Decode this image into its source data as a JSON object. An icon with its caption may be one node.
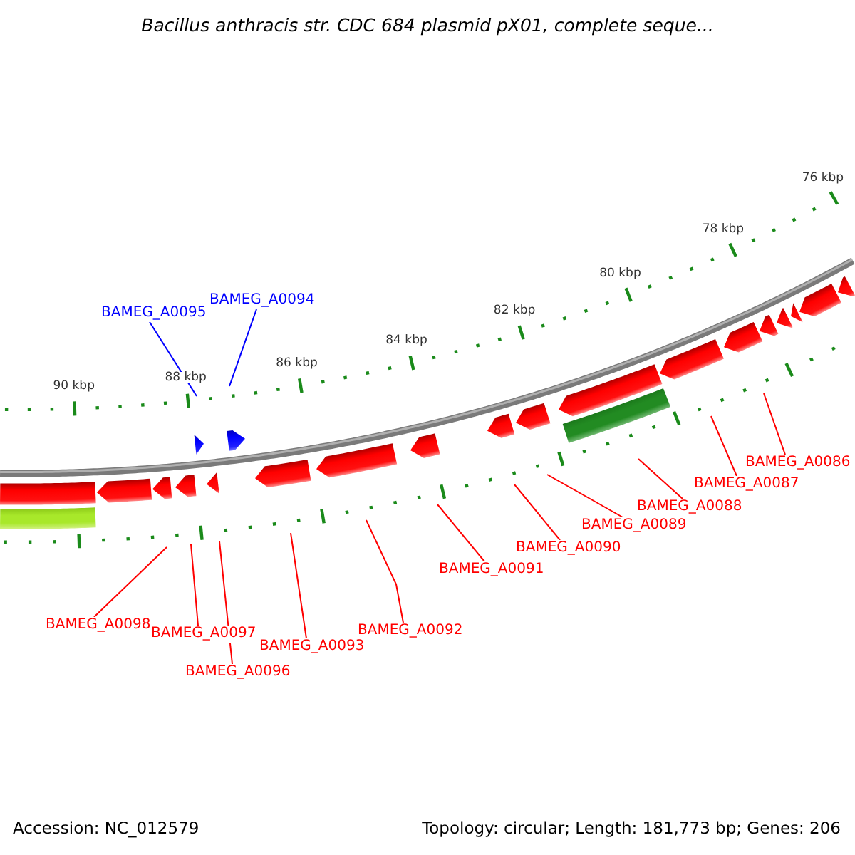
{
  "diagram": {
    "title": "Bacillus anthracis str. CDC 684 plasmid pX01, complete seque...",
    "nodes": [
      {
        "text": [
          "BAMEG_A0094"
        ]
      },
      {
        "text": [
          "BAMEG_A0095"
        ]
      },
      {
        "text": [
          "BAMEG_A0086"
        ]
      },
      {
        "text": [
          "BAMEG_A0087"
        ]
      },
      {
        "text": [
          "BAMEG_A0088"
        ]
      },
      {
        "text": [
          "BAMEG_A0089"
        ]
      },
      {
        "text": [
          "BAMEG_A0090"
        ]
      },
      {
        "text": [
          "BAMEG_A0091"
        ]
      },
      {
        "text": [
          "BAMEG_A0098"
        ]
      },
      {
        "text": [
          "BAMEG_A0092"
        ]
      },
      {
        "text": [
          "BAMEG_A0097"
        ]
      },
      {
        "text": [
          "BAMEG_A0093"
        ]
      },
      {
        "text": [
          "BAMEG_A0096"
        ]
      },
      {
        "text": [],
        "shape": "bar"
      },
      {
        "text": [],
        "shape": "bar"
      },
      {
        "text": [],
        "shape": "bar"
      }
    ],
    "edges": [
      {
        "from": 0,
        "to": null,
        "arrow": "none",
        "color": "#0000ff"
      },
      {
        "from": 1,
        "to": null,
        "arrow": "none",
        "color": "#0000ff"
      },
      {
        "from": 2,
        "to": null,
        "arrow": "none"
      },
      {
        "from": 3,
        "to": null,
        "arrow": "none"
      },
      {
        "from": 4,
        "to": null,
        "arrow": "none"
      },
      {
        "from": 5,
        "to": null,
        "arrow": "none"
      },
      {
        "from": 6,
        "to": null,
        "arrow": "none"
      },
      {
        "from": 7,
        "to": null,
        "arrow": "none"
      },
      {
        "from": 8,
        "to": null,
        "arrow": "none"
      },
      {
        "from": 9,
        "to": null,
        "arrow": "none"
      },
      {
        "from": 10,
        "to": null,
        "arrow": "none"
      },
      {
        "from": 11,
        "to": null,
        "arrow": "none"
      },
      {
        "from": 12,
        "to": null,
        "arrow": "none"
      }
    ],
    "labels": [
      "90 kbp",
      "88 kbp",
      "86 kbp",
      "84 kbp",
      "82 kbp",
      "80 kbp",
      "78 kbp",
      "76 kbp",
      "Accession: NC_012579",
      "Topology: circular; Length: 181,773 bp; Genes: 206"
    ]
  }
}
